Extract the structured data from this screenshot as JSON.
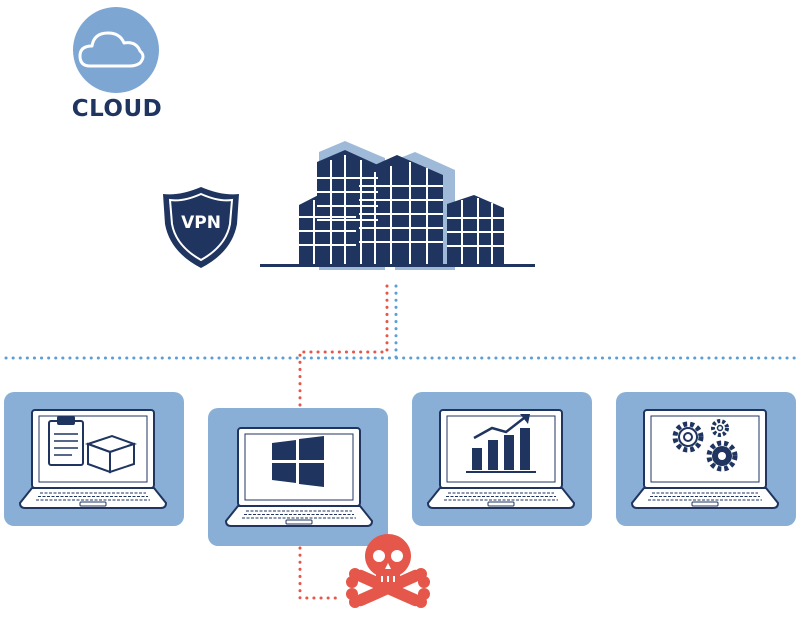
{
  "cloud": {
    "label": "CLOUD",
    "icon": "cloud-icon"
  },
  "vpn": {
    "label": "VPN",
    "icon": "shield-icon"
  },
  "headquarters": {
    "icon": "office-buildings-icon"
  },
  "workstations": [
    {
      "icon": "clipboard-and-box-icon",
      "theme": "inventory"
    },
    {
      "icon": "windows-logo-icon",
      "theme": "windows",
      "compromised": true
    },
    {
      "icon": "bar-chart-icon",
      "theme": "analytics"
    },
    {
      "icon": "gears-icon",
      "theme": "settings"
    }
  ],
  "threat": {
    "icon": "skull-and-crossbones-icon"
  },
  "colors": {
    "navy": "#1f3560",
    "panel_blue": "#8aafd6",
    "icon_blue": "#7ea6d3",
    "network_dots": "#5a9fd8",
    "attack_dots": "#e5574a",
    "danger": "#e5574a"
  }
}
